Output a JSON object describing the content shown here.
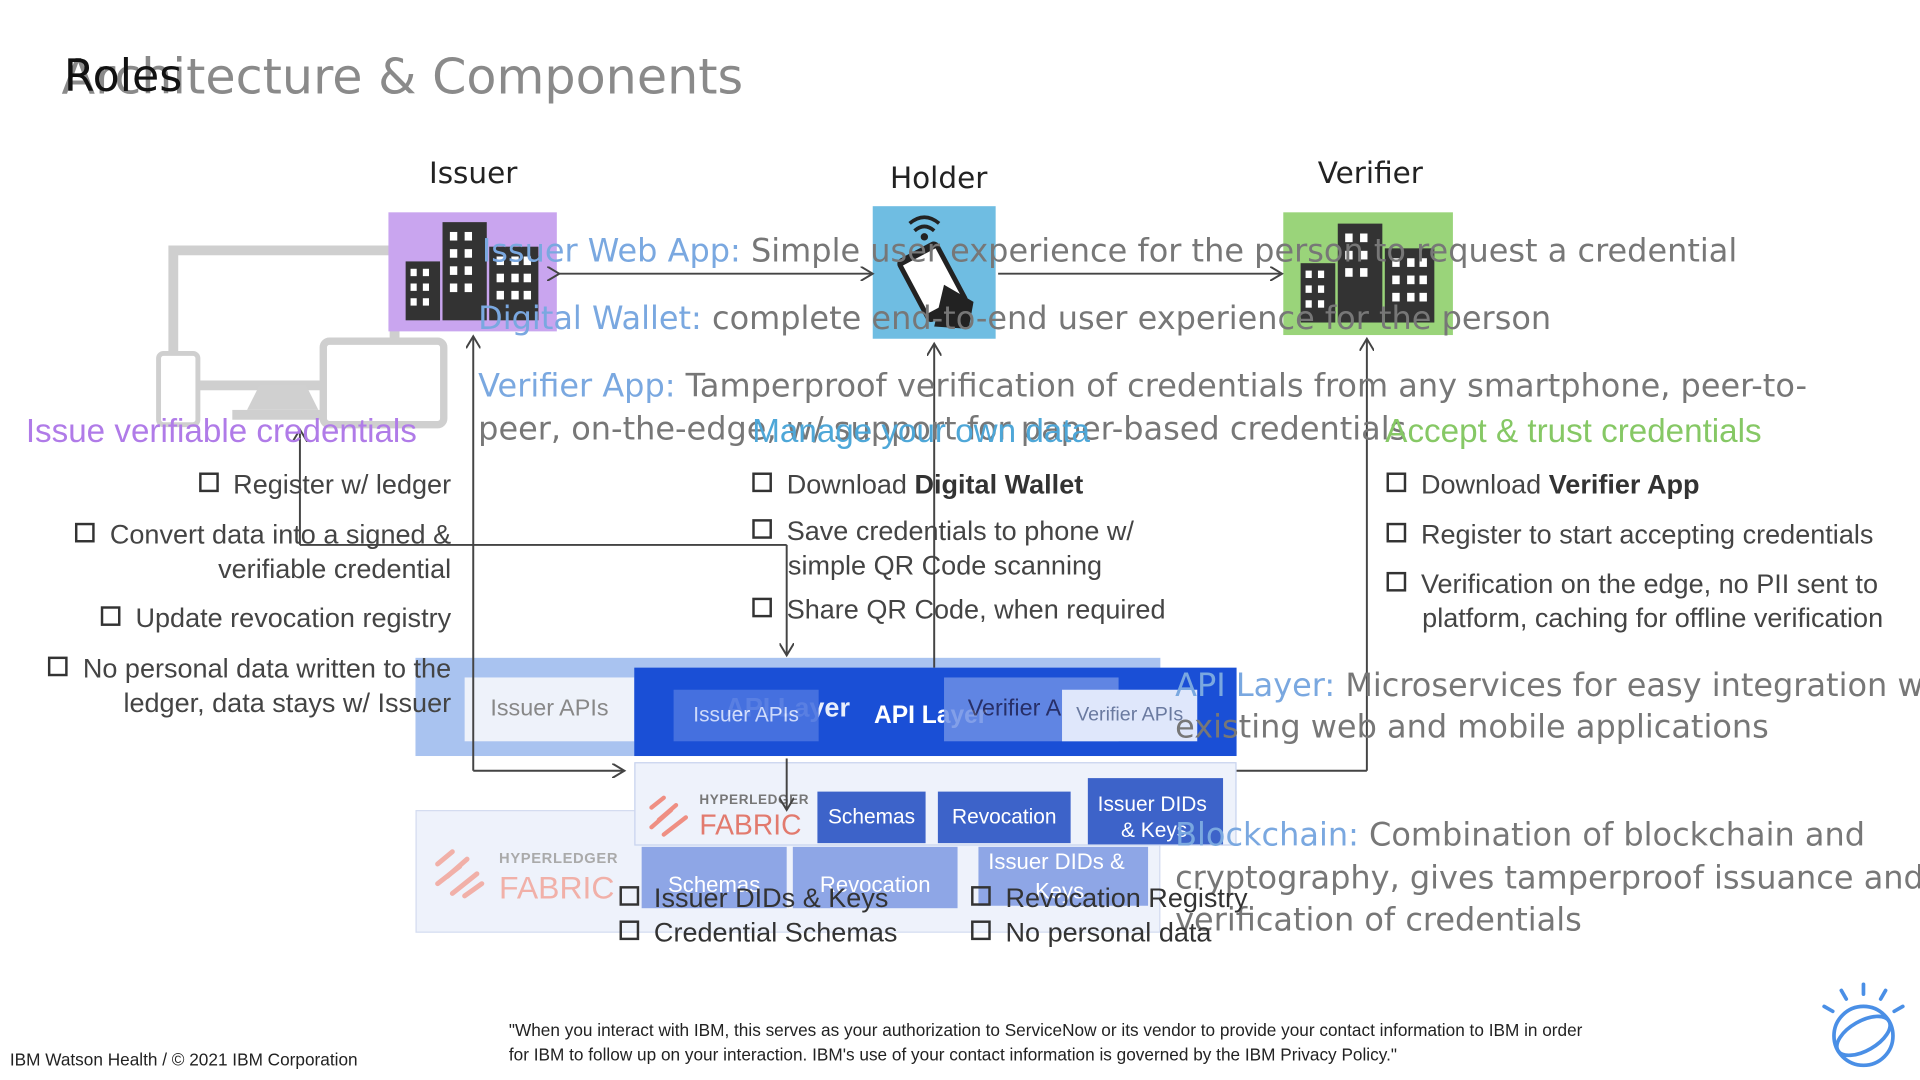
{
  "slide": {
    "title_back": "Architecture & Components",
    "title_front": "Roles"
  },
  "roles": {
    "issuer": "Issuer",
    "holder": "Holder",
    "verifier": "Verifier"
  },
  "overlay_text": {
    "issuer_web_app_label": "Issuer Web App:",
    "issuer_web_app_desc": " Simple user experience for the person to request a credential",
    "digital_wallet_label": "Digital Wallet:",
    "digital_wallet_desc": " complete end-to-end user experience for the person",
    "verifier_app_label": "Verifier App:",
    "verifier_app_desc_1": " Tamperproof verification of credentials from any smartphone, peer-to-",
    "verifier_app_desc_2": "peer, on-the-edge, w/ support for paper-based credentials",
    "api_layer_label": "API Layer:",
    "api_layer_desc_1": " Microservices for easy integration with",
    "api_layer_desc_2": "existing web and mobile applications",
    "blockchain_label": "Blockchain:",
    "blockchain_desc_1": " Combination of blockchain and",
    "blockchain_desc_2": "cryptography, gives tamperproof issuance and",
    "blockchain_desc_3": "verification of credentials"
  },
  "issuer_section": {
    "title": "Issue verifiable credentials",
    "bullets": [
      "Register w/ ledger",
      "Convert data into a signed &",
      "verifiable credential",
      "Update revocation registry",
      "No personal data written to the",
      "ledger, data stays w/ Issuer"
    ]
  },
  "holder_section": {
    "title": "Manage your own data",
    "bullets": {
      "b1_pre": "Download ",
      "b1_bold": "Digital Wallet",
      "b2_line1": "Save credentials to phone w/",
      "b2_line2": "simple QR Code scanning",
      "b3": "Share QR Code, when required"
    }
  },
  "verifier_section": {
    "title": "Accept & trust credentials",
    "bullets": {
      "b1_pre": "Download ",
      "b1_bold": "Verifier App",
      "b2": "Register to start accepting credentials",
      "b3_line1": "Verification on the edge, no PII sent to",
      "b3_line2": "platform, caching for offline verification"
    }
  },
  "api_layer": {
    "back_title": "API Layer",
    "front_title": "API Layer",
    "issuer_apis": "Issuer APIs",
    "issuer_apis_small": "Issuer APIs",
    "verifier_apis": "Verifier APIs",
    "verifier_apis_small": "Verifier APIs"
  },
  "blockchain": {
    "hyperledger": "HYPERLEDGER",
    "fabric": "FABRIC",
    "schemas": "Schemas",
    "revocation": "Revocation",
    "issuer_dids_keys_1": "Issuer DIDs",
    "issuer_dids_keys_2": "& Keys",
    "back_hyperledger": "HYPERLEDGER",
    "back_fabric": "FABRIC",
    "back_schemas": "Schemas",
    "back_revocation": "Revocation",
    "back_issuer_dids_1": "Issuer DIDs &",
    "back_issuer_dids_2": "Keys"
  },
  "ledger_bullets": {
    "left_1": "Issuer DIDs & Keys",
    "left_2": "Credential Schemas",
    "right_1": "Revocation Registry",
    "right_2": "No personal data"
  },
  "footer": {
    "copyright": "IBM Watson Health / © 2021 IBM Corporation",
    "quote_1": "\"When you interact with IBM, this serves as your authorization to ServiceNow or its vendor to provide your contact information to IBM in order",
    "quote_2": "for IBM to follow up on your interaction.  IBM's use of your contact information is governed by the IBM Privacy Policy.\""
  },
  "colors": {
    "issuer_purple": "#b07be8",
    "holder_blue": "#4ea7d8",
    "verifier_green": "#86c865",
    "api_blue": "#1a4fd6",
    "chain_blue": "#3d63c9",
    "accent_text_blue": "#7aa8e0"
  },
  "icons": [
    "building-icon",
    "phone-hand-icon",
    "monitor-devices-icon",
    "ibm-logo-icon"
  ]
}
